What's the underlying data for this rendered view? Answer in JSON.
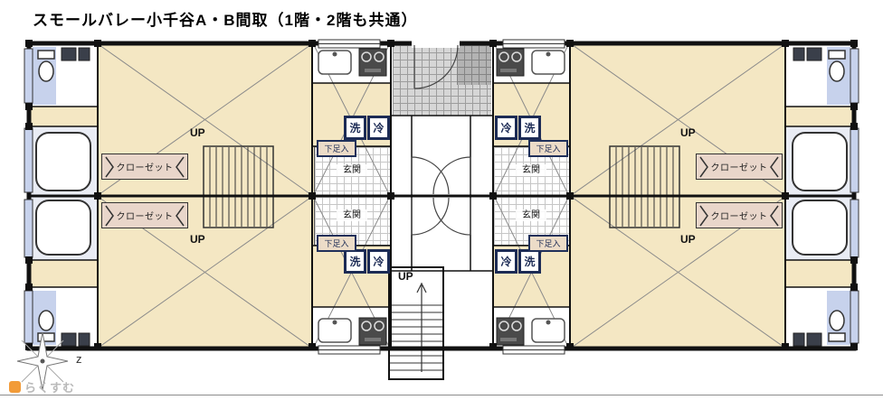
{
  "title": "スモールバレー小千谷A・B間取（1階・2階も共通）",
  "labels": {
    "closet": "クローゼット",
    "up": "UP",
    "entrance": "玄関",
    "shoe_cabinet": "下足入",
    "washer": "洗",
    "refrigerator": "冷"
  },
  "compass": {
    "letter": "z"
  },
  "logo": {
    "text": "らくすむ"
  },
  "colors": {
    "room-beige": "#f4e7c3",
    "water-blue": "#c7d2ec",
    "bath-gray": "#e9ecf4",
    "closet-pink": "#e9d6ca",
    "shoe-tan": "#ecdcc8",
    "navy": "#1c2b55",
    "porch-gray": "#d6d6d6",
    "wall-black": "#111111",
    "logo-orange": "#f29b38",
    "logo-gray": "#b9b9b9"
  }
}
